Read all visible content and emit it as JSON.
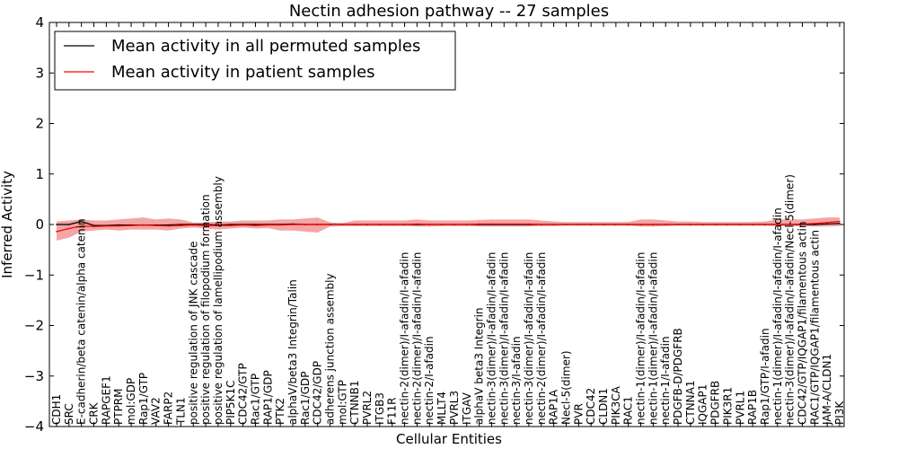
{
  "chart_data": {
    "type": "line",
    "title": "Nectin adhesion pathway -- 27 samples",
    "xlabel": "Cellular Entities",
    "ylabel": "Inferred Activity",
    "ylim": [
      -4,
      4
    ],
    "yticks": [
      "4",
      "3",
      "2",
      "1",
      "0",
      "−1",
      "−2",
      "−3",
      "−4"
    ],
    "ytick_values": [
      4,
      3,
      2,
      1,
      0,
      -1,
      -2,
      -3,
      -4
    ],
    "grid": false,
    "legend_position": "top-left",
    "categories": [
      "CDH1",
      "SRC",
      "E-cadherin/beta catenin/alpha catenin",
      "CRK",
      "RAPGEF1",
      "PTPRM",
      "mol:GDP",
      "Rap1/GTP",
      "VAV2",
      "FARP2",
      "TLN1",
      "positive regulation of JNK cascade",
      "positive regulation of filopodium formation",
      "positive regulation of lamellipodium assembly",
      "PIP5K1C",
      "CDC42/GTP",
      "Rac1/GTP",
      "RAP1/GDP",
      "PTK2",
      "alphaV/beta3 Integrin/Talin",
      "Rac1/GDP",
      "CDC42/GDP",
      "adherens junction assembly",
      "mol:GTP",
      "CTNNB1",
      "PVRL2",
      "ITGB3",
      "F11R",
      "nectin-2(dimer)/I-afadin/I-afadin",
      "nectin-2(dimer)/I-afadin/I-afadin",
      "nectin-2/I-afadin",
      "MLLT4",
      "PVRL3",
      "ITGAV",
      "alphaV beta3 Integrin",
      "nectin-3(dimer)/I-afadin/I-afadin",
      "nectin-3(dimer)/I-afadin/I-afadin",
      "nectin-3/I-afadin",
      "nectin-3(dimer)/I-afadin/I-afadin",
      "nectin-2(dimer)/I-afadin/I-afadin",
      "RAP1A",
      "Necl-5(dimer)",
      "PVR",
      "CDC42",
      "CLDN1",
      "PIK3CA",
      "RAC1",
      "nectin-1(dimer)/I-afadin/I-afadin",
      "nectin-1(dimer)/I-afadin/I-afadin",
      "nectin-1/I-afadin",
      "PDGFB-D/PDGFRB",
      "CTNNA1",
      "IQGAP1",
      "PDGFRB",
      "PIK3R1",
      "PVRL1",
      "RAP1B",
      "Rap1/GTP/I-afadin",
      "nectin-1(dimer)/I-afadin/I-afadin/I-afadin",
      "nectin-3(dimer)/I-afadin/I-afadin/Necl-5(dimer)",
      "CDC42/GTP/IQGAP1/filamentous actin",
      "RAC1/GTP/IQGAP1/filamentous actin",
      "JAM-A/CLDN1",
      "PI3K"
    ],
    "series": [
      {
        "name": "Mean activity in all permuted samples",
        "color": "#000000",
        "values": [
          0.0,
          0.0,
          0.06,
          -0.02,
          -0.02,
          -0.01,
          -0.01,
          -0.01,
          -0.01,
          -0.01,
          0.0,
          0.0,
          0.0,
          -0.01,
          0.0,
          0.0,
          0.0,
          0.0,
          0.0,
          0.01,
          0.0,
          0.0,
          0.0,
          0.0,
          0.0,
          0.0,
          0.0,
          0.0,
          0.0,
          0.0,
          0.0,
          0.0,
          0.0,
          0.0,
          0.0,
          0.0,
          0.0,
          0.0,
          0.0,
          0.0,
          0.0,
          0.0,
          0.0,
          0.0,
          0.0,
          0.0,
          0.0,
          0.0,
          0.0,
          0.0,
          0.0,
          0.0,
          0.0,
          0.0,
          0.0,
          0.0,
          0.0,
          0.0,
          0.0,
          0.0,
          0.0,
          0.0,
          0.01,
          0.02
        ],
        "band": [
          0.03,
          0.03,
          0.04,
          0.03,
          0.03,
          0.03,
          0.03,
          0.03,
          0.03,
          0.03,
          0.03,
          0.03,
          0.03,
          0.03,
          0.03,
          0.03,
          0.03,
          0.03,
          0.03,
          0.03,
          0.03,
          0.03,
          0.03,
          0.03,
          0.03,
          0.03,
          0.03,
          0.03,
          0.03,
          0.03,
          0.03,
          0.03,
          0.03,
          0.03,
          0.03,
          0.03,
          0.03,
          0.03,
          0.03,
          0.03,
          0.03,
          0.03,
          0.03,
          0.03,
          0.03,
          0.03,
          0.03,
          0.03,
          0.03,
          0.03,
          0.03,
          0.03,
          0.03,
          0.03,
          0.03,
          0.03,
          0.03,
          0.03,
          0.03,
          0.03,
          0.03,
          0.03,
          0.03,
          0.03
        ]
      },
      {
        "name": "Mean activity in patient samples",
        "color": "#ff0000",
        "band_color": "#f08080",
        "values": [
          -0.14,
          -0.08,
          -0.03,
          -0.04,
          -0.03,
          -0.03,
          -0.02,
          -0.01,
          -0.02,
          -0.03,
          -0.02,
          -0.01,
          -0.02,
          -0.02,
          -0.02,
          -0.01,
          -0.02,
          -0.01,
          -0.01,
          0.0,
          0.0,
          0.0,
          0.0,
          0.0,
          0.0,
          0.0,
          0.0,
          0.0,
          0.0,
          0.01,
          0.0,
          0.0,
          0.0,
          0.0,
          0.01,
          0.01,
          0.01,
          0.01,
          0.01,
          0.0,
          0.0,
          0.0,
          0.0,
          0.0,
          0.0,
          0.0,
          0.0,
          0.0,
          0.0,
          0.0,
          0.0,
          0.0,
          0.0,
          0.0,
          0.0,
          0.0,
          0.0,
          0.0,
          0.0,
          0.0,
          0.01,
          0.02,
          0.04,
          0.06
        ],
        "lower": [
          -0.32,
          -0.26,
          -0.14,
          -0.12,
          -0.1,
          -0.12,
          -0.1,
          -0.1,
          -0.1,
          -0.12,
          -0.08,
          -0.06,
          -0.08,
          -0.1,
          -0.08,
          -0.06,
          -0.08,
          -0.07,
          -0.12,
          -0.12,
          -0.14,
          -0.16,
          -0.04,
          -0.03,
          -0.03,
          -0.03,
          -0.03,
          -0.03,
          -0.03,
          -0.04,
          -0.04,
          -0.03,
          -0.03,
          -0.03,
          -0.04,
          -0.04,
          -0.04,
          -0.04,
          -0.04,
          -0.03,
          -0.03,
          -0.02,
          -0.02,
          -0.02,
          -0.02,
          -0.02,
          -0.02,
          -0.04,
          -0.04,
          -0.03,
          -0.02,
          -0.02,
          -0.02,
          -0.02,
          -0.02,
          -0.02,
          -0.02,
          -0.02,
          -0.03,
          -0.03,
          -0.03,
          -0.04,
          -0.04,
          -0.03
        ],
        "upper": [
          0.06,
          0.08,
          0.1,
          0.08,
          0.08,
          0.1,
          0.12,
          0.14,
          0.1,
          0.12,
          0.1,
          0.04,
          0.04,
          0.06,
          0.06,
          0.08,
          0.08,
          0.08,
          0.1,
          0.1,
          0.12,
          0.14,
          0.04,
          0.03,
          0.08,
          0.08,
          0.08,
          0.08,
          0.08,
          0.1,
          0.08,
          0.08,
          0.08,
          0.08,
          0.09,
          0.1,
          0.1,
          0.1,
          0.1,
          0.08,
          0.06,
          0.05,
          0.05,
          0.05,
          0.05,
          0.05,
          0.05,
          0.1,
          0.1,
          0.08,
          0.06,
          0.06,
          0.05,
          0.05,
          0.05,
          0.05,
          0.05,
          0.06,
          0.1,
          0.1,
          0.1,
          0.12,
          0.14,
          0.14
        ]
      }
    ]
  }
}
